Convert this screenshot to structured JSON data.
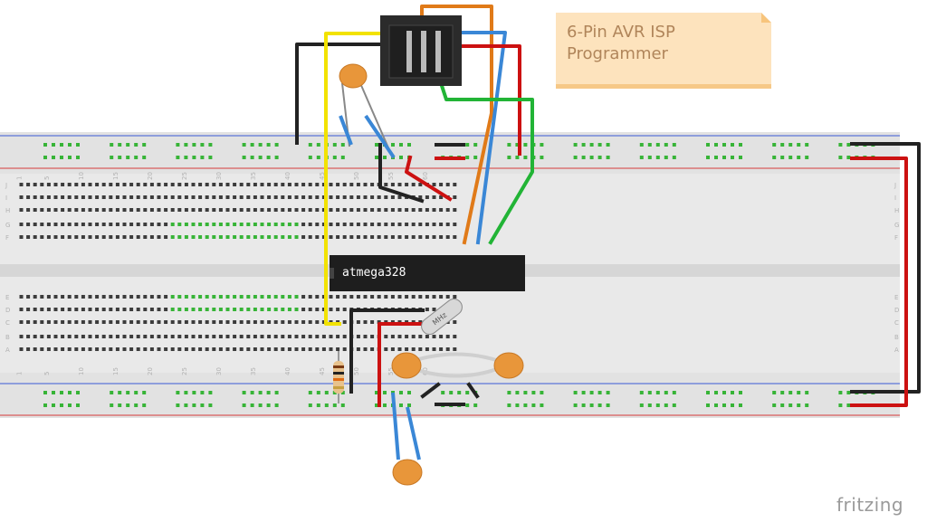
{
  "note": {
    "line1": "6-Pin AVR ISP",
    "line2": "Programmer"
  },
  "chip": {
    "label": "atmega328"
  },
  "crystal": {
    "label": "MHz"
  },
  "breadboard": {
    "column_numbers": [
      "1",
      "5",
      "10",
      "15",
      "20",
      "25",
      "30",
      "35",
      "40",
      "45",
      "50",
      "55",
      "60"
    ],
    "top_row_letters": [
      "J",
      "I",
      "H",
      "G",
      "F"
    ],
    "bottom_row_letters": [
      "E",
      "D",
      "C",
      "B",
      "A"
    ]
  },
  "brand": "fritzing",
  "colors": {
    "wire_black": "#222222",
    "wire_red": "#cc1111",
    "wire_yellow": "#f2e200",
    "wire_orange": "#e07a18",
    "wire_blue": "#3a87d6",
    "wire_green": "#22b436",
    "board": "#e2e2e2",
    "rail_red": "#d63b3b",
    "rail_blue": "#3b5bd6",
    "capacitor": "#e8963a",
    "hole": "#3c3c3c",
    "used_hole": "#37b437"
  }
}
